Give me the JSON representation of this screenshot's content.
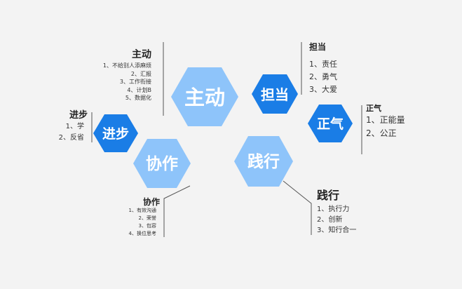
{
  "colors": {
    "dark_blue": "#1a7de6",
    "light_blue": "#8ec4fa",
    "line": "#555555",
    "text": "#333333"
  },
  "hexagons": {
    "zhudong": "主动",
    "dandang": "担当",
    "jinbu": "进步",
    "zhengqi": "正气",
    "xiezuo": "协作",
    "jianxing": "践行"
  },
  "zhudong": {
    "title": "主动",
    "items": [
      "1、不给别人添麻烦",
      "2、汇报",
      "3、工作衔接",
      "4、计划B",
      "5、数据化"
    ]
  },
  "dandang": {
    "title": "担当",
    "items": [
      "1、责任",
      "2、勇气",
      "3、大爱"
    ]
  },
  "jinbu": {
    "title": "进步",
    "items": [
      "1、学",
      "2、反省"
    ]
  },
  "zhengqi": {
    "title": "正气",
    "items": [
      "1、正能量",
      "2、公正"
    ]
  },
  "xiezuo": {
    "title": "协作",
    "items": [
      "1、有效沟通",
      "2、荣誉",
      "3、包容",
      "4、换位思考"
    ]
  },
  "jianxing": {
    "title": "践行",
    "items": [
      "1、执行力",
      "2、创新",
      "3、知行合一"
    ]
  }
}
